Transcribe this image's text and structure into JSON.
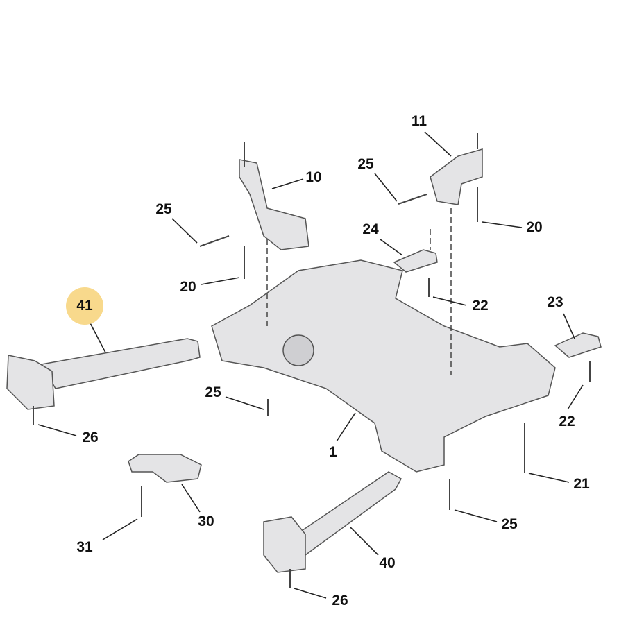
{
  "diagram": {
    "highlight_color": "#f8d98c",
    "callouts": [
      {
        "id": "11",
        "text": "11"
      },
      {
        "id": "25a",
        "text": "25"
      },
      {
        "id": "10",
        "text": "10"
      },
      {
        "id": "25b",
        "text": "25"
      },
      {
        "id": "20a",
        "text": "20"
      },
      {
        "id": "24",
        "text": "24"
      },
      {
        "id": "20b",
        "text": "20"
      },
      {
        "id": "41",
        "text": "41",
        "highlighted": true
      },
      {
        "id": "22a",
        "text": "22"
      },
      {
        "id": "23",
        "text": "23"
      },
      {
        "id": "25c",
        "text": "25"
      },
      {
        "id": "22b",
        "text": "22"
      },
      {
        "id": "26a",
        "text": "26"
      },
      {
        "id": "1",
        "text": "1"
      },
      {
        "id": "21",
        "text": "21"
      },
      {
        "id": "30",
        "text": "30"
      },
      {
        "id": "25d",
        "text": "25"
      },
      {
        "id": "31",
        "text": "31"
      },
      {
        "id": "40",
        "text": "40"
      },
      {
        "id": "26b",
        "text": "26"
      }
    ]
  }
}
